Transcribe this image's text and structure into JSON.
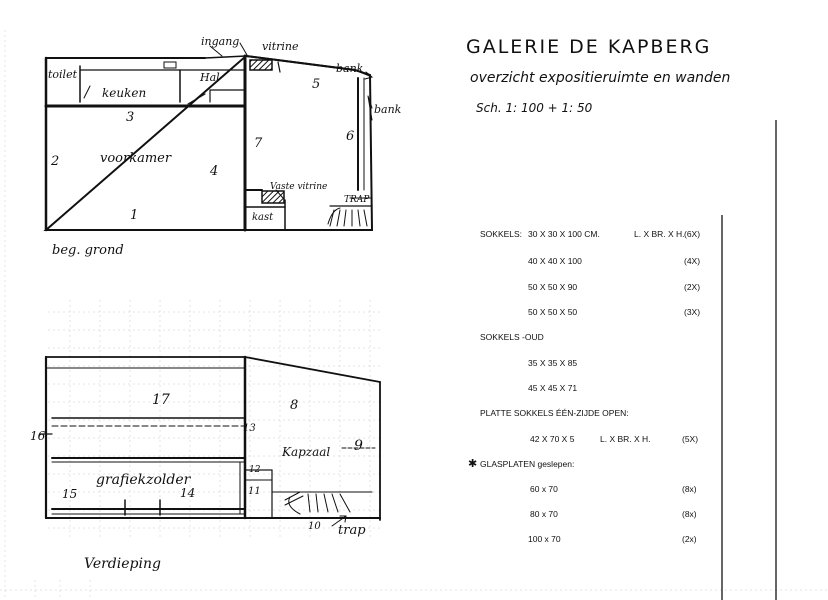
{
  "header": {
    "title": "GALERIE DE KAPBERG",
    "subtitle": "overzicht expositieruimte en wanden",
    "scale": "Sch. 1: 100 + 1: 50"
  },
  "ground_floor": {
    "label": "beg. grond",
    "rooms": {
      "toilet": "toilet",
      "keuken": "keuken",
      "hal": "Hal",
      "voorkamer": "voorkamer",
      "ingang": "ingang",
      "vitrine": "vitrine",
      "vaste_vitrine": "Vaste vitrine",
      "kast": "kast",
      "trap": "TRAP",
      "bank_top": "bank",
      "bank_right": "bank"
    },
    "walls": {
      "w1": "1",
      "w2": "2",
      "w3": "3",
      "w4": "4",
      "w5": "5",
      "w6": "6",
      "w7": "7"
    }
  },
  "upper_floor": {
    "label": "Verdieping",
    "rooms": {
      "grafiekzolder": "grafiekzolder",
      "kapzaal": "Kapzaal",
      "trap": "trap"
    },
    "walls": {
      "w8": "8",
      "w9": "9",
      "w10": "10",
      "w11": "11",
      "w12": "12",
      "w13": "13",
      "w14": "14",
      "w15": "15",
      "w16": "16",
      "w17": "17"
    }
  },
  "specs": {
    "sokkels": {
      "label": "SOKKELS:",
      "rows": [
        {
          "dims": "30 X 30 X 100 CM.",
          "note": "L. X BR. X H.",
          "qty": "(6X)"
        },
        {
          "dims": "40 X 40 X 100",
          "note": "",
          "qty": "(4X)"
        },
        {
          "dims": "50 X 50 X 90",
          "note": "",
          "qty": "(2X)"
        },
        {
          "dims": "50 X 50 X 50",
          "note": "",
          "qty": "(3X)"
        }
      ]
    },
    "sokkels_oud": {
      "label": "SOKKELS -OUD",
      "rows": [
        {
          "dims": "35 X 35 X 85"
        },
        {
          "dims": "45 X 45 X 71"
        }
      ]
    },
    "platte_sokkels": {
      "label": "PLATTE SOKKELS ÉÉN-ZIJDE OPEN:",
      "dims": "42 X 70 X 5",
      "note": "L. X BR. X H.",
      "qty": "(5X)"
    },
    "glasplaten": {
      "star": "✱",
      "label": "GLASPLATEN geslepen:",
      "rows": [
        {
          "dims": "60 x 70",
          "qty": "(8x)"
        },
        {
          "dims": "80 x 70",
          "qty": "(8x)"
        },
        {
          "dims": "100 x 70",
          "qty": "(2x)"
        }
      ]
    }
  }
}
